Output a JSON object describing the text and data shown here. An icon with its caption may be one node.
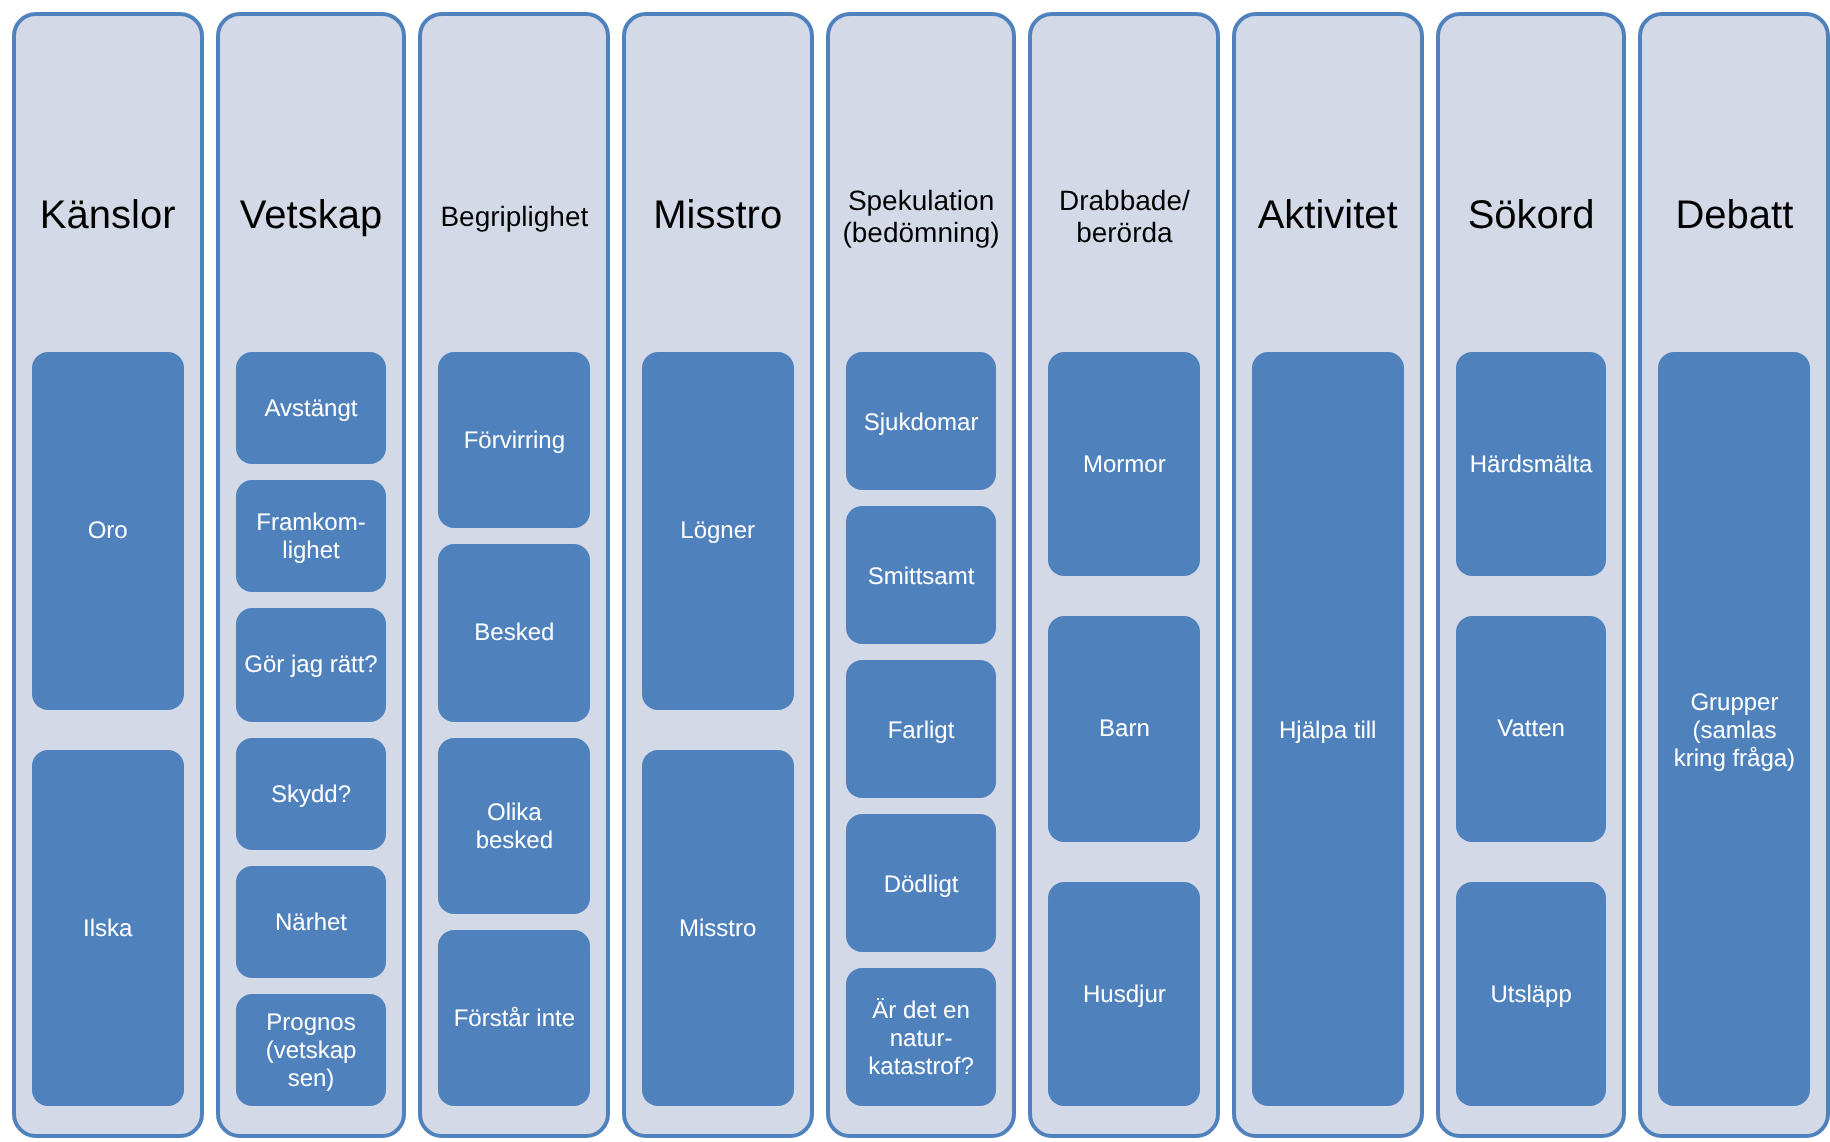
{
  "diagram": {
    "nodes": [
      {
        "text": [
          "Känslor"
        ]
      },
      {
        "text": [
          "Oro"
        ],
        "in": 0
      },
      {
        "text": [
          "Ilska"
        ],
        "in": 0
      },
      {
        "text": [
          "Vetskap"
        ]
      },
      {
        "text": [
          "Avstängt"
        ],
        "in": 3
      },
      {
        "text": [
          "Framkom-lighet"
        ],
        "in": 3
      },
      {
        "text": [
          "Gör jag rätt?"
        ],
        "in": 3
      },
      {
        "text": [
          "Skydd?"
        ],
        "in": 3
      },
      {
        "text": [
          "Närhet"
        ],
        "in": 3
      },
      {
        "text": [
          "Prognos (vetskap sen)"
        ],
        "in": 3
      },
      {
        "text": [
          "Begriplighet"
        ]
      },
      {
        "text": [
          "Förvirring"
        ],
        "in": 10
      },
      {
        "text": [
          "Besked"
        ],
        "in": 10
      },
      {
        "text": [
          "Olika besked"
        ],
        "in": 10
      },
      {
        "text": [
          "Förstår inte"
        ],
        "in": 10
      },
      {
        "text": [
          "Misstro"
        ]
      },
      {
        "text": [
          "Lögner"
        ],
        "in": 15
      },
      {
        "text": [
          "Misstro"
        ],
        "in": 15
      },
      {
        "text": [
          "Spekulation (bedömning)"
        ]
      },
      {
        "text": [
          "Sjukdomar"
        ],
        "in": 18
      },
      {
        "text": [
          "Smittsamt"
        ],
        "in": 18
      },
      {
        "text": [
          "Farligt"
        ],
        "in": 18
      },
      {
        "text": [
          "Dödligt"
        ],
        "in": 18
      },
      {
        "text": [
          "Är det en natur-katastrof?"
        ],
        "in": 18
      },
      {
        "text": [
          "Drabbade/ berörda"
        ]
      },
      {
        "text": [
          "Mormor"
        ],
        "in": 24
      },
      {
        "text": [
          "Barn"
        ],
        "in": 24
      },
      {
        "text": [
          "Husdjur"
        ],
        "in": 24
      },
      {
        "text": [
          "Aktivitet"
        ]
      },
      {
        "text": [
          "Hjälpa till"
        ],
        "in": 28
      },
      {
        "text": [
          "Sökord"
        ]
      },
      {
        "text": [
          "Härdsmälta"
        ],
        "in": 30
      },
      {
        "text": [
          "Vatten"
        ],
        "in": 30
      },
      {
        "text": [
          "Utsläpp"
        ],
        "in": 30
      },
      {
        "text": [
          "Debatt"
        ]
      },
      {
        "text": [
          "Grupper (samlas kring fråga)"
        ],
        "in": 34
      }
    ]
  }
}
